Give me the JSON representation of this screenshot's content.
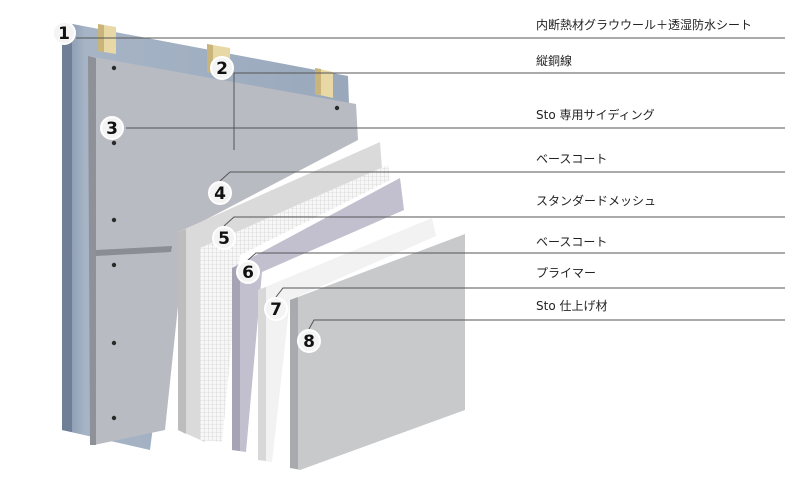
{
  "layers": [
    {
      "number": "1",
      "label": "内断熱材グラウウール＋透湿防水シート"
    },
    {
      "number": "2",
      "label": "縦銅線"
    },
    {
      "number": "3",
      "label": "Sto 専用サイディング"
    },
    {
      "number": "4",
      "label": "ベースコート"
    },
    {
      "number": "5",
      "label": "スタンダードメッシュ"
    },
    {
      "number": "6",
      "label": "ベースコート"
    },
    {
      "number": "7",
      "label": "プライマー"
    },
    {
      "number": "8",
      "label": "Sto 仕上げ材"
    }
  ],
  "colors": {
    "leader_line": "#555555",
    "badge_fill": "#f4f4f4",
    "badge_text": "#111111",
    "insulation": "#9aa9be",
    "siding": "#b9bcc2",
    "base_coat": "#dcdcdc",
    "mesh": "#f2f2f2",
    "base_coat_2": "#c3c0d0",
    "primer": "#f3f3f3",
    "finish": "#c9cacc"
  }
}
